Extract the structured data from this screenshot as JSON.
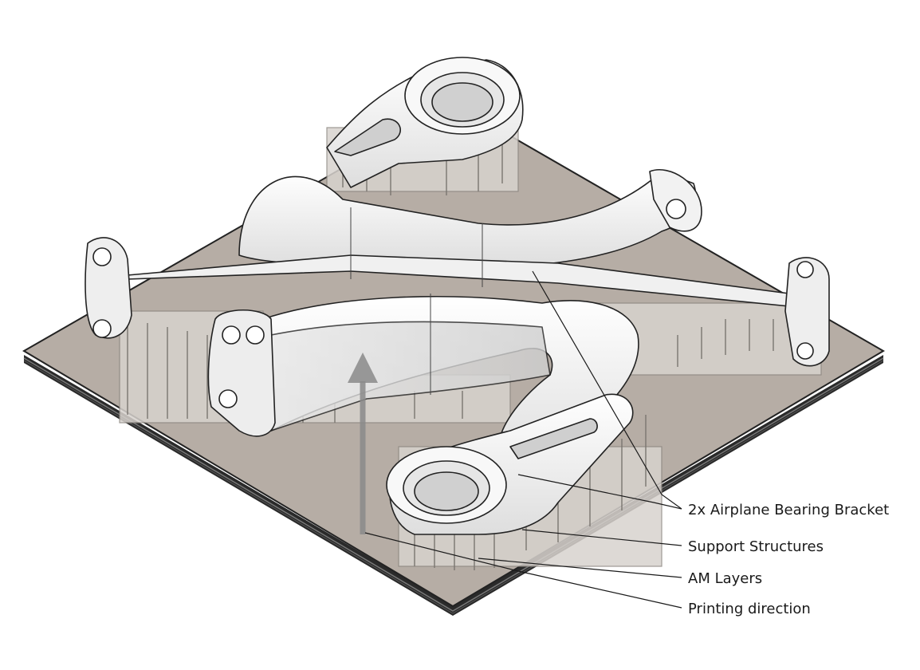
{
  "labels": {
    "bracket": "2x Airplane Bearing Bracket",
    "supports": "Support Structures",
    "layers": "AM Layers",
    "direction": "Printing direction"
  },
  "colors": {
    "plate_top": "#b6ada5",
    "plate_edge": "#2a2a2a",
    "part": "#f4f4f4",
    "part_shade": "#dcdcdc",
    "support": "#d8d3ce",
    "arrow": "#8a8a8a",
    "line": "#1a1a1a"
  }
}
